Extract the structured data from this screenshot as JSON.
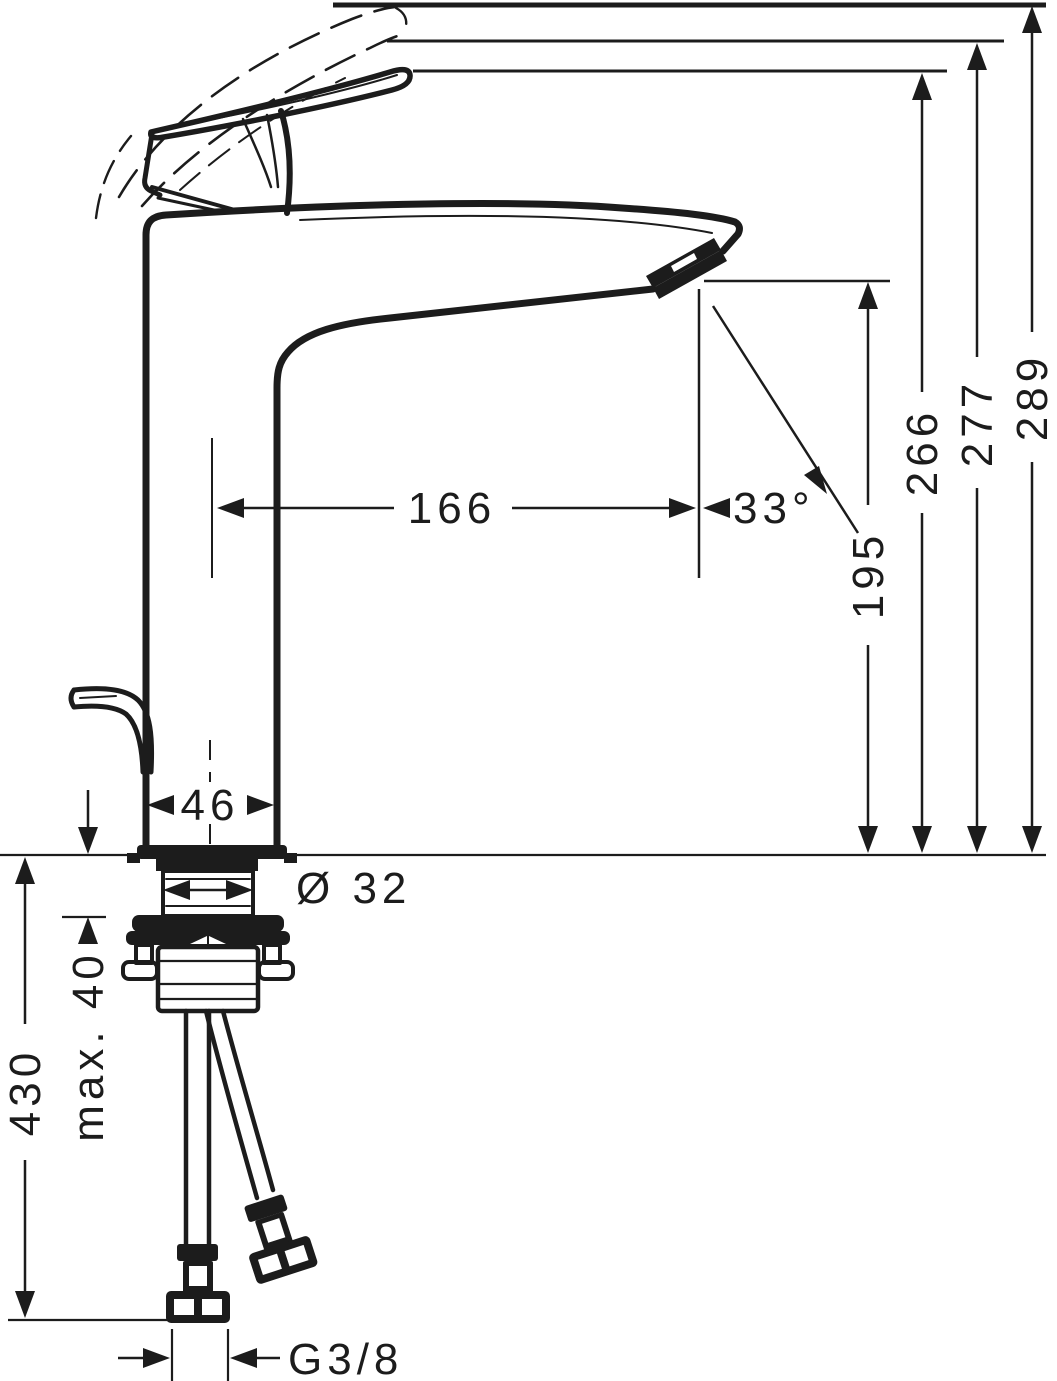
{
  "diagram": {
    "description_labels": {
      "reach": "166",
      "spray_angle": "33°",
      "aerator_height": "195",
      "spout_top_height": "266",
      "handle_height": "277",
      "total_height": "289",
      "base_width": "46",
      "shank_diameter": "Ø 32",
      "max_deck_thickness": "max. 40",
      "hose_length": "430",
      "connection_thread": "G3/8"
    },
    "colors": {
      "line": "#1c1c1c",
      "background": "#ffffff"
    }
  }
}
